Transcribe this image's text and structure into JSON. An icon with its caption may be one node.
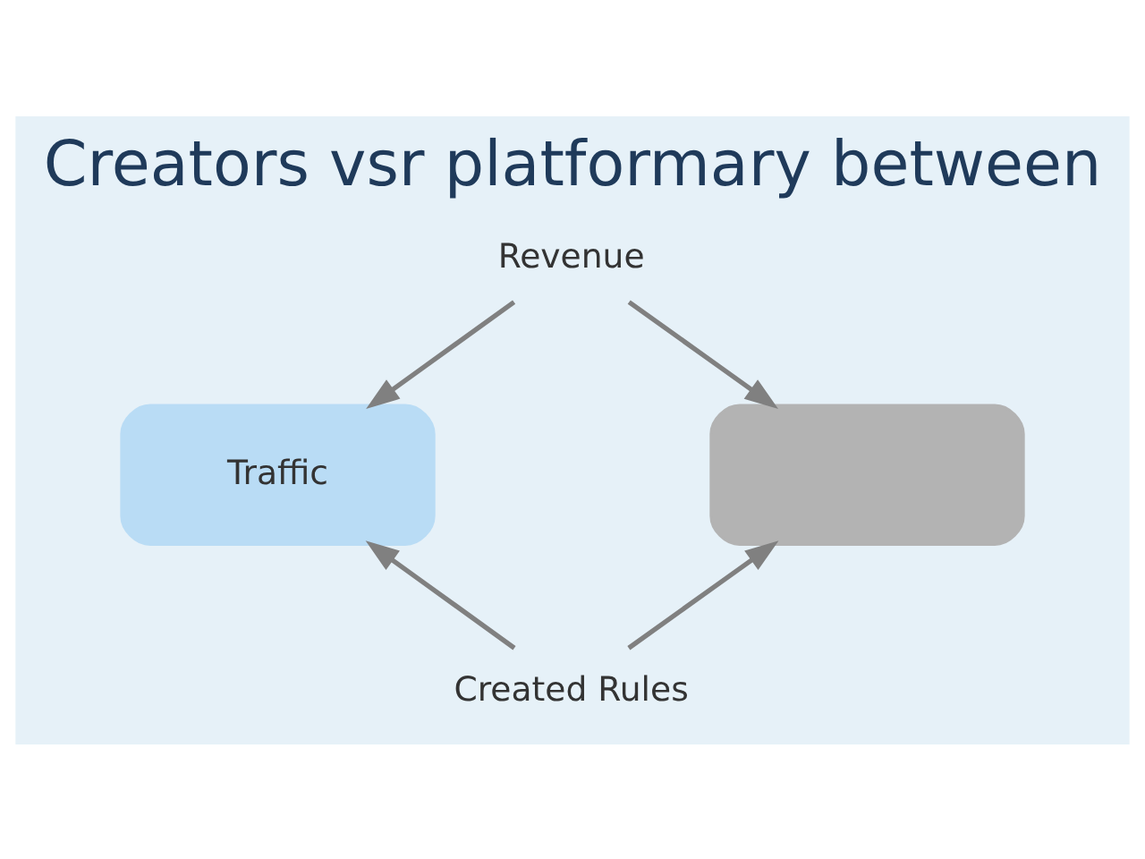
{
  "diagram": {
    "title": "Creators vsr platformary between",
    "nodes": [
      {
        "text": [
          "Revenue"
        ]
      },
      {
        "text": [
          "Traffic"
        ]
      },
      {
        "text": [],
        "shape": "box"
      },
      {
        "text": [
          "Created Rules"
        ]
      }
    ],
    "edges": [
      {
        "from": 0,
        "to": 1,
        "arrow": "to"
      },
      {
        "from": 0,
        "to": 2,
        "arrow": "to"
      },
      {
        "from": 3,
        "to": 1,
        "arrow": "to"
      },
      {
        "from": 3,
        "to": 2,
        "arrow": "to"
      }
    ]
  }
}
